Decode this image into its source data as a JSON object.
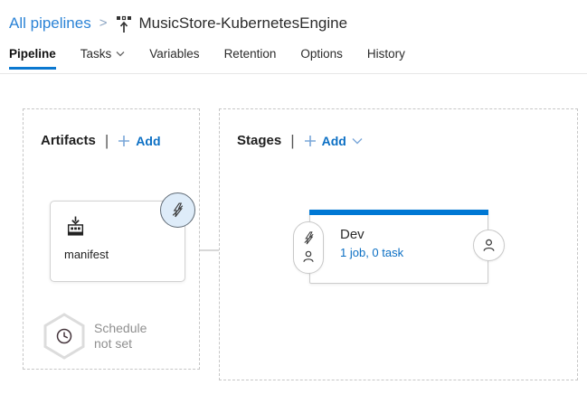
{
  "breadcrumb": {
    "parent": "All pipelines",
    "separator": ">",
    "title": "MusicStore-KubernetesEngine"
  },
  "tabs": {
    "items": [
      {
        "label": "Pipeline",
        "active": true
      },
      {
        "label": "Tasks",
        "dropdown": true
      },
      {
        "label": "Variables"
      },
      {
        "label": "Retention"
      },
      {
        "label": "Options"
      },
      {
        "label": "History"
      }
    ]
  },
  "artifacts": {
    "title": "Artifacts",
    "separator": "|",
    "add_label": "Add",
    "card": {
      "name": "manifest",
      "icon": "artifact-package-icon",
      "badge_icon": "continuous-deployment-trigger-icon"
    },
    "schedule": {
      "icon": "clock-icon",
      "status": "Schedule not set"
    }
  },
  "stages": {
    "title": "Stages",
    "separator": "|",
    "add_label": "Add",
    "stage": {
      "name": "Dev",
      "summary": "1 job, 0 task",
      "pre_deploy_icons": [
        "trigger-icon",
        "approvals-person-icon"
      ],
      "post_deploy_icon": "approvals-person-icon"
    }
  },
  "colors": {
    "accent_blue": "#0b78d0",
    "link_blue": "#2b83d6",
    "stage_bar_blue": "#0078d4",
    "badge_bg": "#deecf9",
    "muted_text": "#8f8f8f",
    "dashed_border": "#c6c6c6"
  }
}
